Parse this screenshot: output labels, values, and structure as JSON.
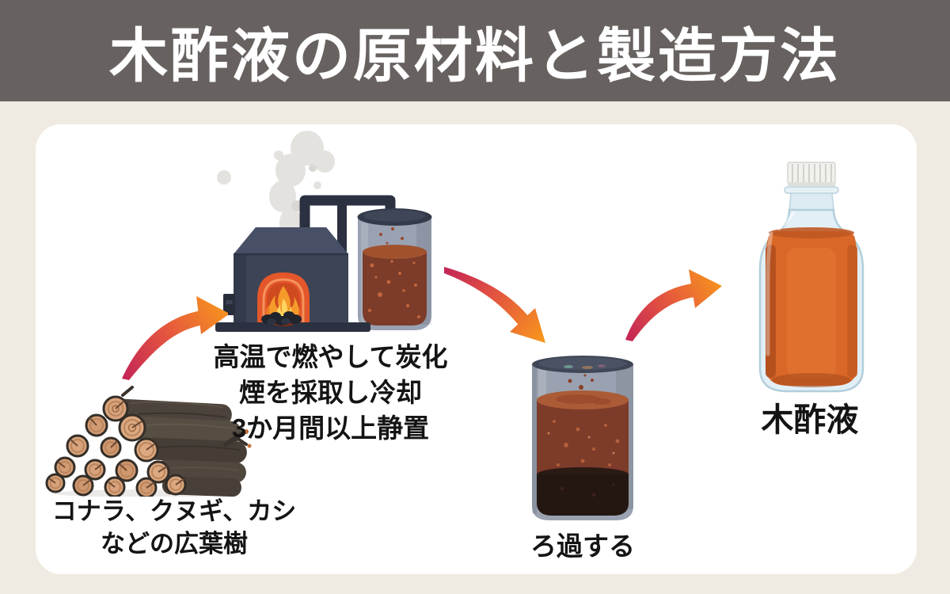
{
  "header": {
    "title": "木酢液の原材料と製造方法",
    "background_color": "#676260",
    "text_color": "#ffffff"
  },
  "canvas": {
    "background_color": "#f0ebe2",
    "card_color": "#ffffff",
    "text_color": "#141414"
  },
  "steps": {
    "raw_wood": {
      "caption_line1": "コナラ、クヌギ、カシ",
      "caption_line2": "などの広葉樹",
      "illustration": "log-pile"
    },
    "carbonize": {
      "caption_line1": "高温で燃やして炭化",
      "caption_line2": "煙を採取し冷却",
      "caption_line3": "3か月間以上静置",
      "illustration": "charcoal-kiln-with-condenser"
    },
    "filter": {
      "caption": "ろ過する",
      "illustration": "settling-tank"
    },
    "product": {
      "caption": "木酢液",
      "illustration": "wood-vinegar-bottle"
    }
  },
  "arrows": {
    "style": "curved-swoosh",
    "gradient_from": "#c02059",
    "gradient_mid": "#e4553f",
    "gradient_to": "#f7951d",
    "count": 3
  }
}
